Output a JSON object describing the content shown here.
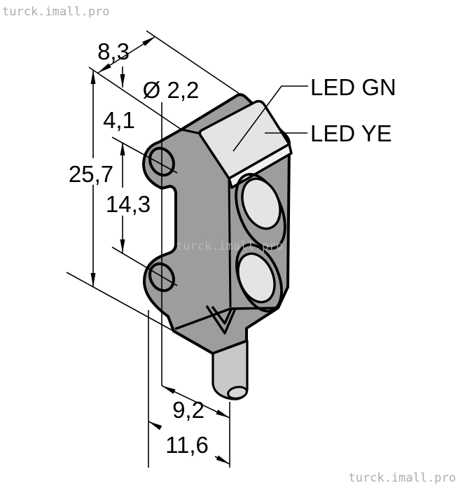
{
  "watermarks": {
    "top_left": "turck.imall.pro",
    "center": "turck.imall.pro",
    "bottom_right": "turck.imall.pro"
  },
  "dimensions": {
    "depth": "8,3",
    "hole_diameter": "Ø 2,2",
    "hole_top_offset": "4,1",
    "body_height": "25,7",
    "hole_spacing": "14,3",
    "cable_offset": "9,2",
    "body_width": "11,6"
  },
  "labels": {
    "led_green": "LED GN",
    "led_yellow": "LED YE"
  },
  "colors": {
    "body_gray": "#9d9d9d",
    "window_light": "#e4e4e4",
    "bevel_strip": "#f2f2f2",
    "lens_inner": "#e4e4e4",
    "cable_gray": "#c8c8c8",
    "cable_cap": "#d6d6d6",
    "outline": "#000000",
    "watermark_gray": "#adadad",
    "watermark_center": "#c2c2c2"
  }
}
